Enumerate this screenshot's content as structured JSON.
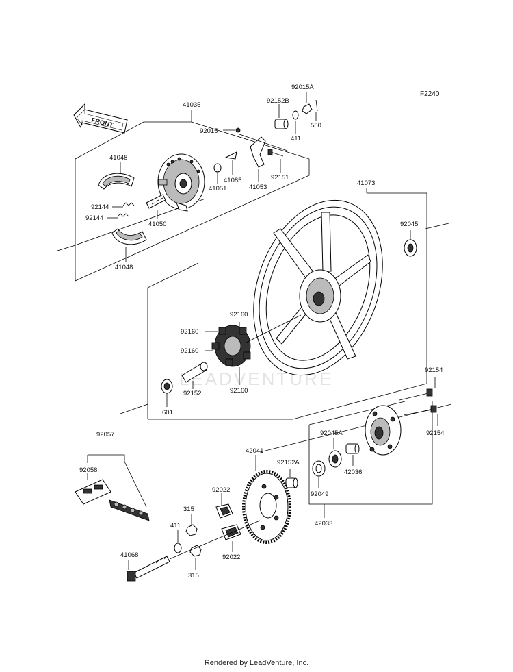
{
  "figure_code": "F2240",
  "front_label": "FRONT",
  "watermark": "LEADVENTURE",
  "footer": "Rendered by LeadVenture, Inc.",
  "labels": {
    "l41035": "41035",
    "l92015A": "92015A",
    "l92152B": "92152B",
    "l550": "550",
    "l411a": "411",
    "l92015": "92015",
    "l41048a": "41048",
    "l41085": "41085",
    "l92151": "92151",
    "l41051": "41051",
    "l41053": "41053",
    "l92144a": "92144",
    "l92144b": "92144",
    "l41050": "41050",
    "l41048b": "41048",
    "l41073": "41073",
    "l92045": "92045",
    "l92160a": "92160",
    "l92160b": "92160",
    "l92160c": "92160",
    "l92160d": "92160",
    "l92152": "92152",
    "l601": "601",
    "l92154a": "92154",
    "l92154b": "92154",
    "l92057": "92057",
    "l42041": "42041",
    "l92045A": "92045A",
    "l92152A": "92152A",
    "l42036": "42036",
    "l92058": "92058",
    "l92022a": "92022",
    "l92049": "92049",
    "l315a": "315",
    "l411b": "411",
    "l42033": "42033",
    "l41068": "41068",
    "l92022b": "92022",
    "l315b": "315"
  }
}
